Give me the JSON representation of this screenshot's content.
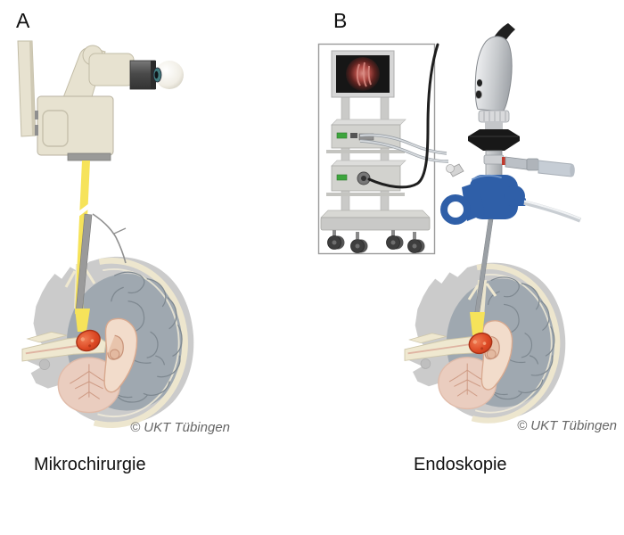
{
  "figure": {
    "type": "medical-illustration-comparison",
    "panels": [
      {
        "letter": "A",
        "caption": "Mikrochirurgie",
        "credit": "© UKT Tübingen",
        "depicts": [
          "surgical-microscope",
          "surgeon-eye",
          "light-beam",
          "instrument-shaft",
          "retractor",
          "head-cross-section",
          "tumor"
        ]
      },
      {
        "letter": "B",
        "caption": "Endoskopie",
        "credit": "© UKT Tübingen",
        "depicts": [
          "endoscopy-tower",
          "monitor-endoscopic-view",
          "camera-control-unit",
          "light-source-unit",
          "equipment-cart",
          "endoscope-camera-head",
          "light-cable",
          "irrigation-handle",
          "endoscope-shaft",
          "head-cross-section",
          "tumor"
        ]
      }
    ]
  },
  "colors": {
    "background": "#ffffff",
    "beam_yellow": "#F6E35A",
    "tumor_red": "#DC4824",
    "tumor_outline": "#A93115",
    "device_beige": "#E7E2D0",
    "device_beige_edge": "#C2BCA6",
    "head_silhouette": "#CBCBCB",
    "skull_cream": "#EDE6CE",
    "brain_gray": "#9FA8B0",
    "brain_lines": "#7E8890",
    "cerebellum_pink": "#EACDBF",
    "ear_pink": "#F2DCCB",
    "handle_blue": "#2F5FA8",
    "indicator_green": "#3DA53D",
    "cart_gray": "#C9C9C7",
    "screen_dark": "#161616",
    "cable_black": "#1E1E1E",
    "inset_border": "#9B9B9B",
    "credit_gray": "#666666"
  }
}
